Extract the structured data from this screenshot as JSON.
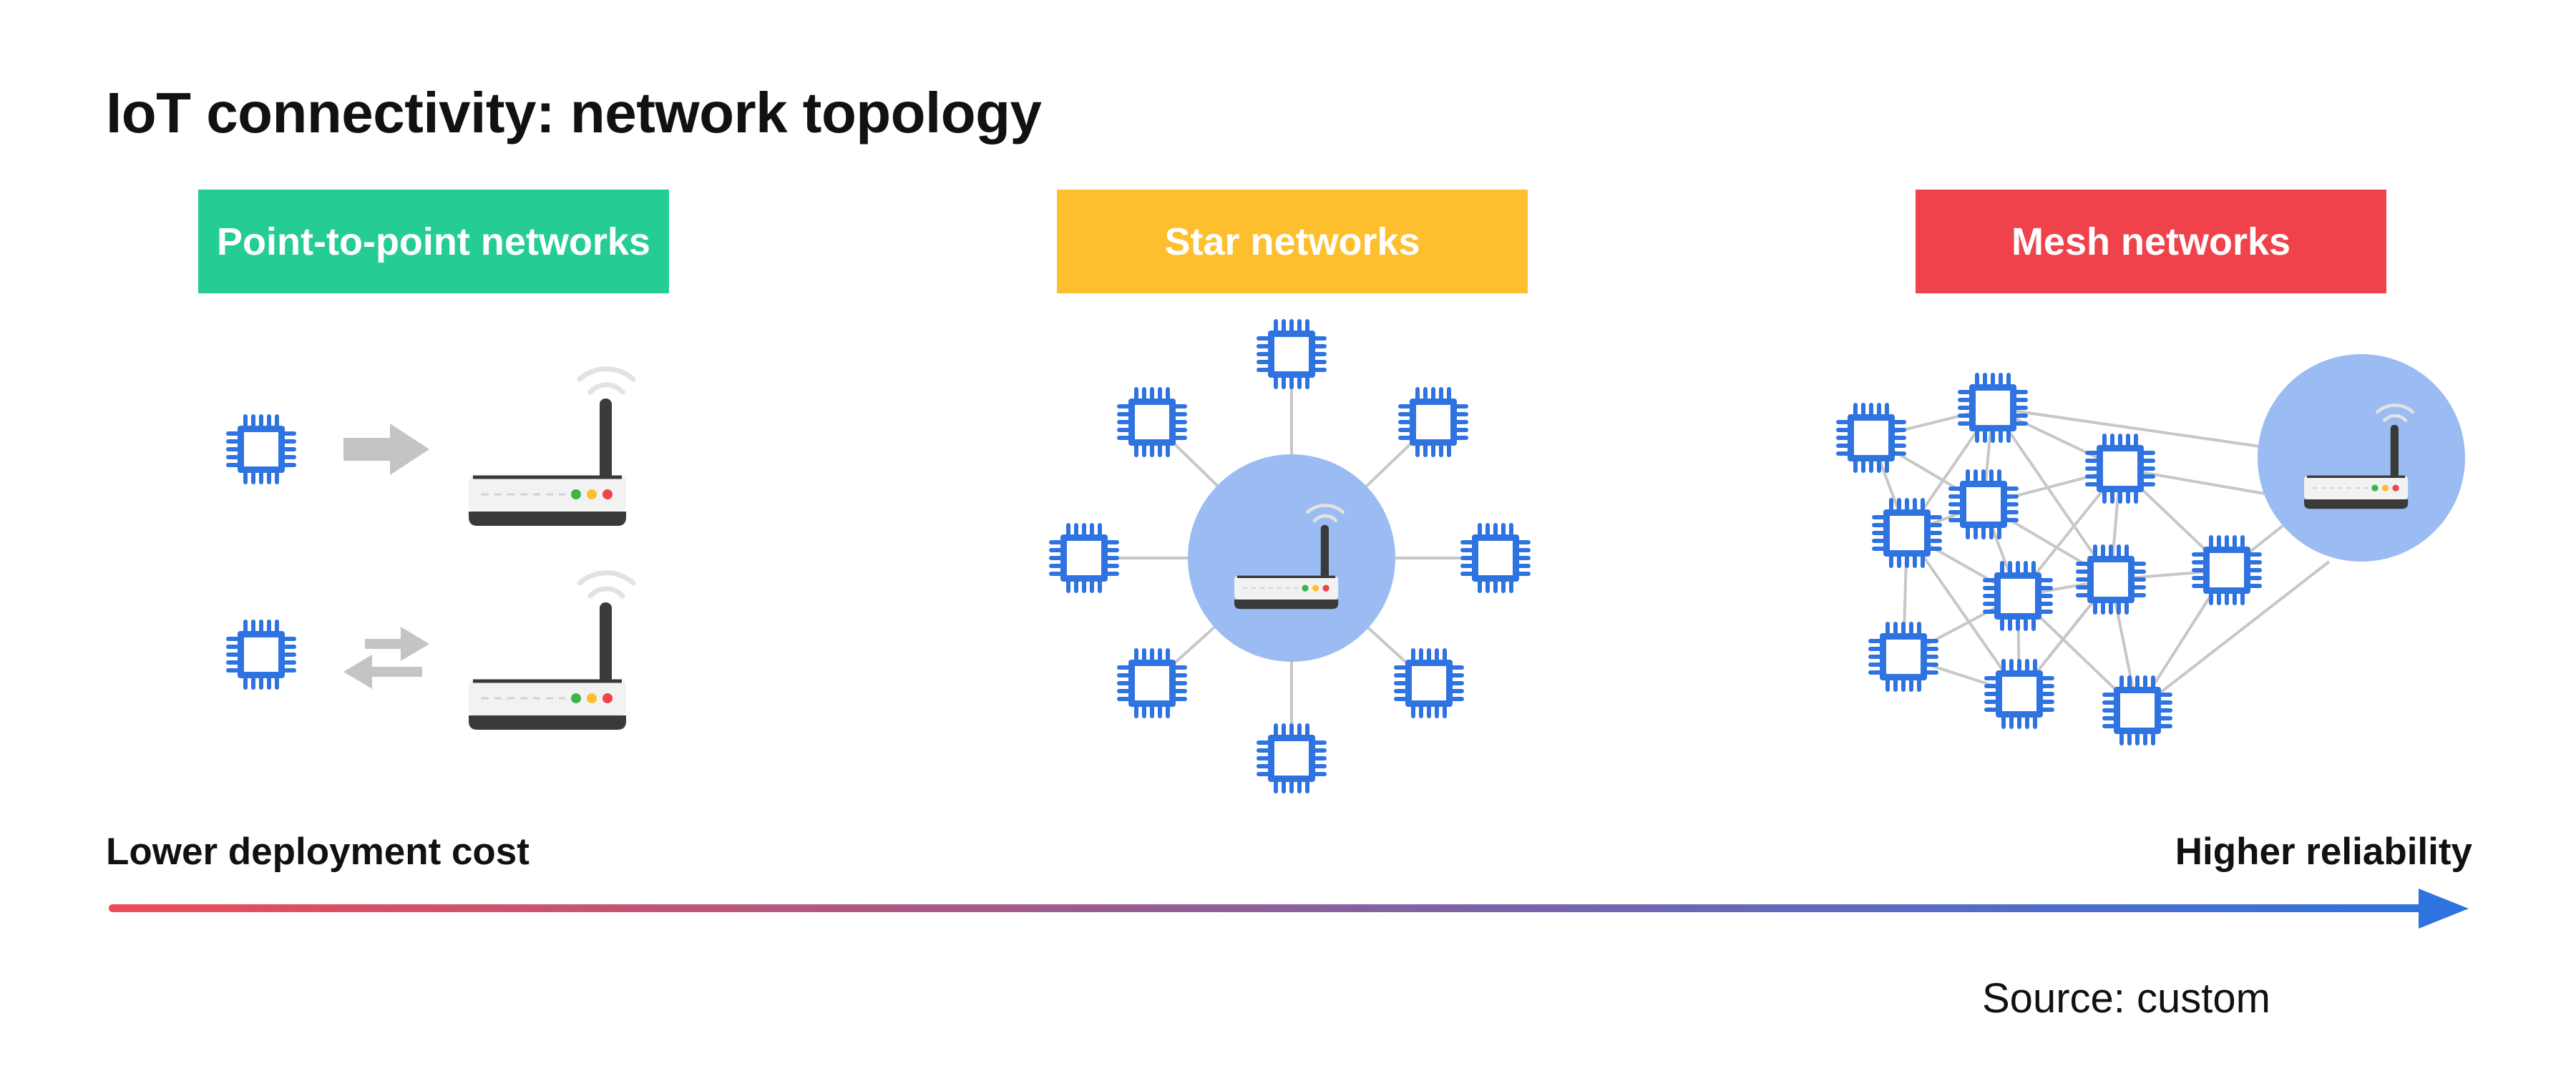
{
  "title": "IoT connectivity: network topology",
  "categories": [
    {
      "id": "p2p",
      "label": "Point-to-point networks",
      "color": "#25CC96"
    },
    {
      "id": "star",
      "label": "Star networks",
      "color": "#FDBF2E"
    },
    {
      "id": "mesh",
      "label": "Mesh networks",
      "color": "#F0424B"
    }
  ],
  "scale": {
    "left_label": "Lower deployment cost",
    "right_label": "Higher reliability",
    "gradient_start": "#EC4C56",
    "gradient_end": "#2F73E0"
  },
  "source": "Source: custom",
  "colors": {
    "chip": "#2F73E0",
    "hub_circle": "#9BBCF2",
    "link_line": "#C7C7C7",
    "arrow_gray": "#C4C4C4",
    "router_body": "#F2F2F2",
    "router_dark": "#3A3A3A",
    "led_green": "#3CB54A",
    "led_yellow": "#FDBF2E",
    "led_red": "#F0424B"
  },
  "icons": {
    "device": "microchip-icon",
    "gateway": "wifi-router-icon",
    "one_way": "right-arrow-icon",
    "two_way": "bidirectional-arrows-icon"
  }
}
